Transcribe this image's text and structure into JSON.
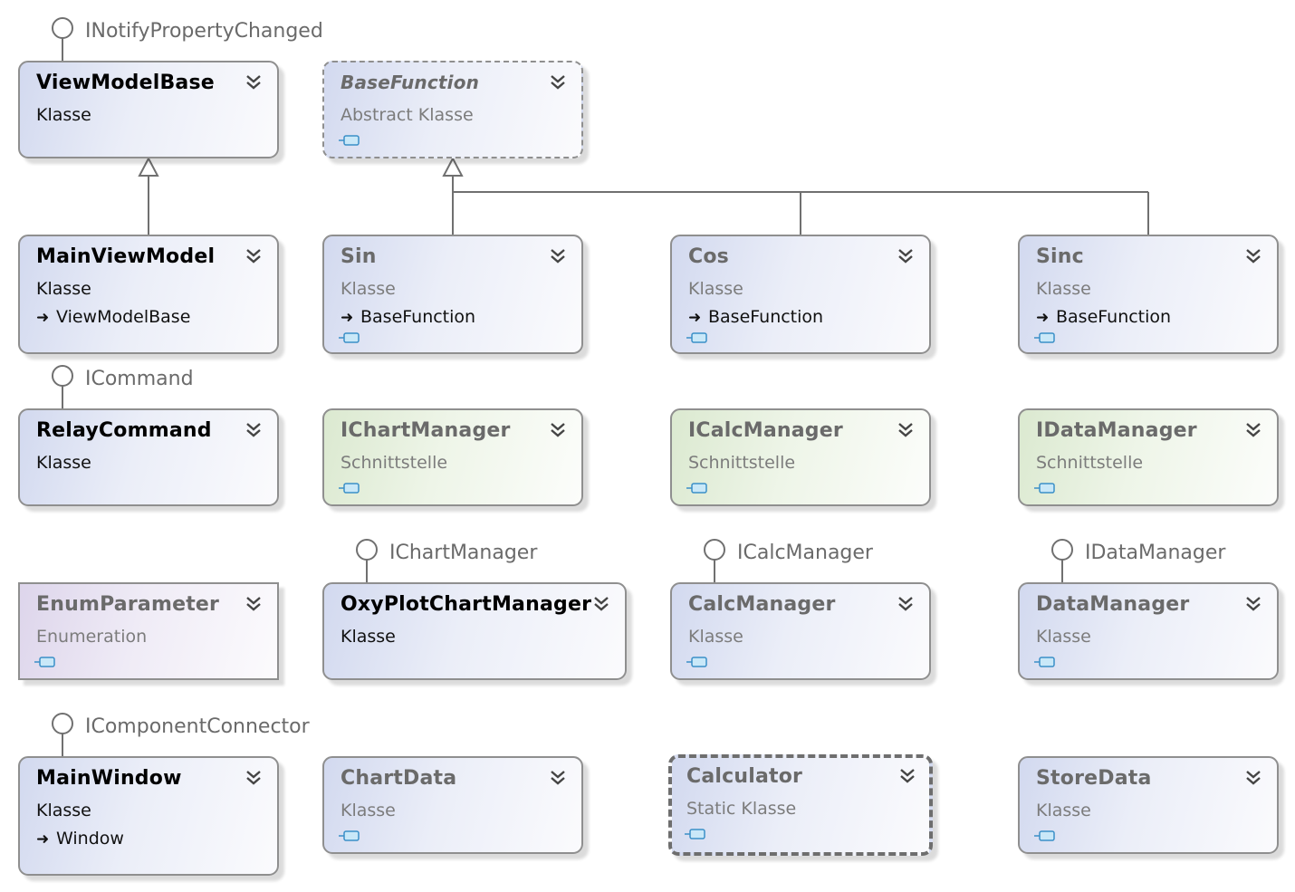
{
  "lollipops": {
    "inotifypropertychanged": "INotifyPropertyChanged",
    "icommand": "ICommand",
    "ichartmanager": "IChartManager",
    "icalcmanager": "ICalcManager",
    "idatamanager": "IDataManager",
    "icomponentconnector": "IComponentConnector"
  },
  "boxes": {
    "viewmodelbase": {
      "title": "ViewModelBase",
      "kind": "Klasse"
    },
    "basefunction": {
      "title": "BaseFunction",
      "kind": "Abstract Klasse"
    },
    "mainviewmodel": {
      "title": "MainViewModel",
      "kind": "Klasse",
      "base": "ViewModelBase"
    },
    "sin": {
      "title": "Sin",
      "kind": "Klasse",
      "base": "BaseFunction"
    },
    "cos": {
      "title": "Cos",
      "kind": "Klasse",
      "base": "BaseFunction"
    },
    "sinc": {
      "title": "Sinc",
      "kind": "Klasse",
      "base": "BaseFunction"
    },
    "relaycommand": {
      "title": "RelayCommand",
      "kind": "Klasse"
    },
    "ichartmanager": {
      "title": "IChartManager",
      "kind": "Schnittstelle"
    },
    "icalcmanager": {
      "title": "ICalcManager",
      "kind": "Schnittstelle"
    },
    "idatamanager": {
      "title": "IDataManager",
      "kind": "Schnittstelle"
    },
    "enumparameter": {
      "title": "EnumParameter",
      "kind": "Enumeration"
    },
    "oxyplotchartmanager": {
      "title": "OxyPlotChartManager",
      "kind": "Klasse"
    },
    "calcmanager": {
      "title": "CalcManager",
      "kind": "Klasse"
    },
    "datamanager": {
      "title": "DataManager",
      "kind": "Klasse"
    },
    "mainwindow": {
      "title": "MainWindow",
      "kind": "Klasse",
      "base": "Window"
    },
    "chartdata": {
      "title": "ChartData",
      "kind": "Klasse"
    },
    "calculator": {
      "title": "Calculator",
      "kind": "Static Klasse"
    },
    "storedata": {
      "title": "StoreData",
      "kind": "Klasse"
    }
  },
  "icons": {
    "expand": "chevron-double-down-icon",
    "member": "member-icon",
    "inheritance": "inherits-arrow-icon"
  },
  "colors": {
    "class_fill": "#d2d9ef",
    "interface_fill": "#dbe9d0",
    "enum_fill": "#ddd5eb",
    "border": "#8f8f8f",
    "connector": "#707070"
  }
}
